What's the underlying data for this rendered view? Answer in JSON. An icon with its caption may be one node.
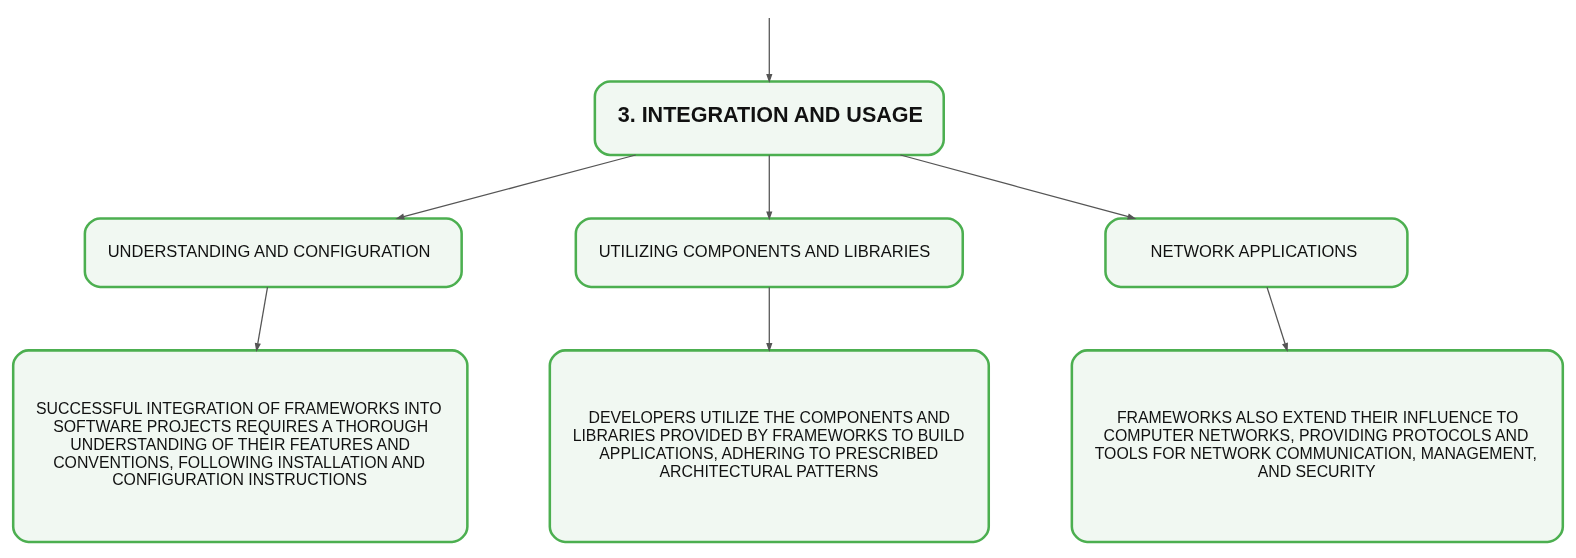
{
  "diagram": {
    "nodes": [
      {
        "text": [
          "3. INTEGRATION AND USAGE"
        ]
      },
      {
        "text": [
          "UNDERSTANDING AND CONFIGURATION"
        ]
      },
      {
        "text": [
          "UTILIZING COMPONENTS AND LIBRARIES"
        ]
      },
      {
        "text": [
          "NETWORK APPLICATIONS"
        ]
      },
      {
        "text": [
          "SUCCESSFUL INTEGRATION OF FRAMEWORKS INTO SOFTWARE PROJECTS REQUIRES A THOROUGH UNDERSTANDING OF THEIR FEATURES AND CONVENTIONS, FOLLOWING INSTALLATION AND CONFIGURATION INSTRUCTIONS"
        ]
      },
      {
        "text": [
          "DEVELOPERS UTILIZE THE COMPONENTS AND LIBRARIES PROVIDED BY FRAMEWORKS TO BUILD APPLICATIONS, ADHERING TO PRESCRIBED ARCHITECTURAL PATTERNS"
        ]
      },
      {
        "text": [
          "FRAMEWORKS ALSO EXTEND THEIR INFLUENCE TO COMPUTER NETWORKS, PROVIDING PROTOCOLS AND TOOLS FOR NETWORK COMMUNICATION, MANAGEMENT, AND SECURITY"
        ]
      }
    ],
    "edges": [
      {
        "from": null,
        "to": 0,
        "arrow": "to"
      },
      {
        "from": 0,
        "to": 1,
        "arrow": "to"
      },
      {
        "from": 0,
        "to": 2,
        "arrow": "to"
      },
      {
        "from": 0,
        "to": 3,
        "arrow": "to"
      },
      {
        "from": 1,
        "to": 4,
        "arrow": "to"
      },
      {
        "from": 2,
        "to": 5,
        "arrow": "to"
      },
      {
        "from": 3,
        "to": 6,
        "arrow": "to"
      }
    ]
  }
}
